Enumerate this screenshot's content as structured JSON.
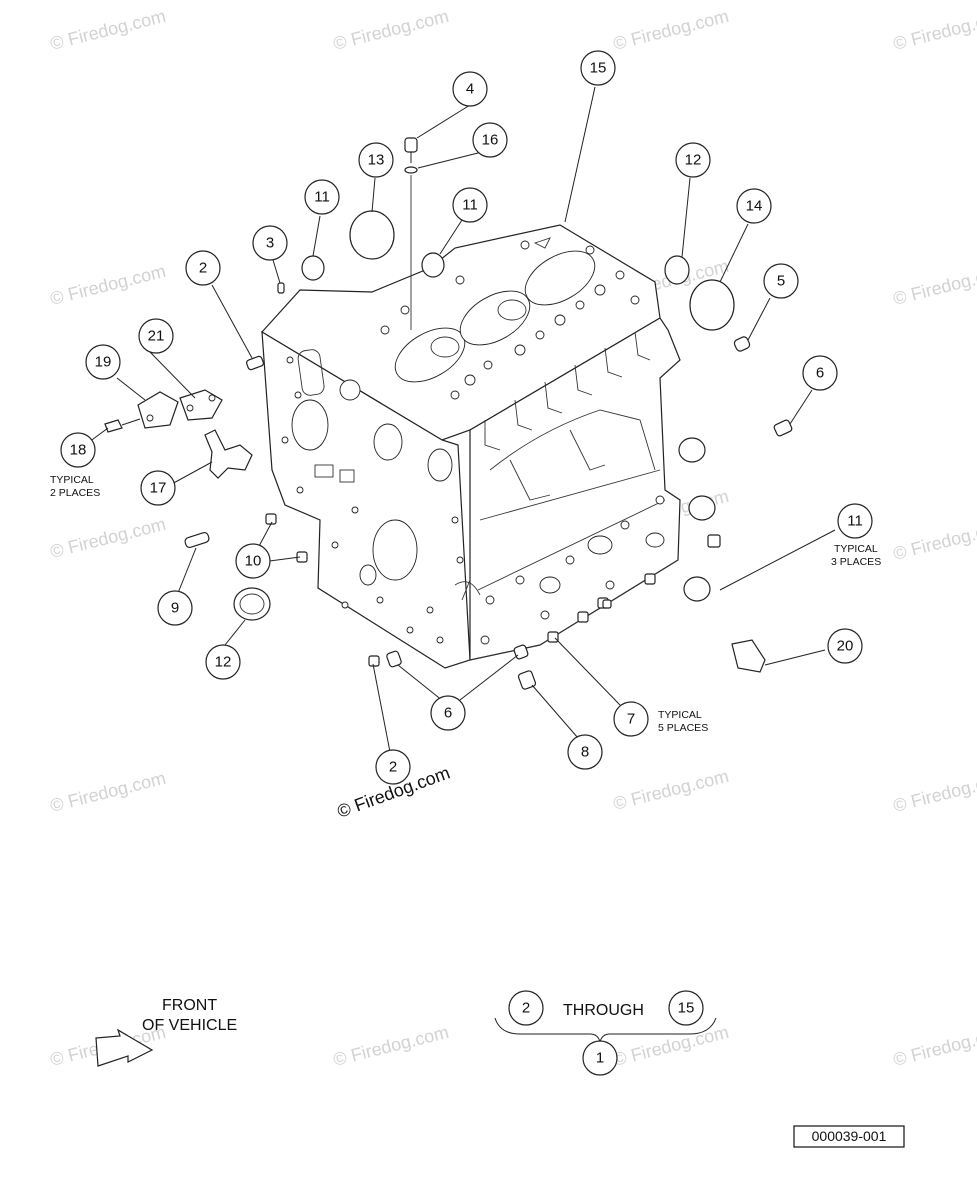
{
  "watermark_text": "© Firedog.com",
  "copyright_text": "© Firedog.com",
  "drawing_number": "000039-001",
  "callouts": [
    {
      "id": "c4",
      "label": "4"
    },
    {
      "id": "c15",
      "label": "15"
    },
    {
      "id": "c16",
      "label": "16"
    },
    {
      "id": "c13",
      "label": "13"
    },
    {
      "id": "c12a",
      "label": "12"
    },
    {
      "id": "c11a",
      "label": "11"
    },
    {
      "id": "c11b",
      "label": "11"
    },
    {
      "id": "c14",
      "label": "14"
    },
    {
      "id": "c3",
      "label": "3"
    },
    {
      "id": "c2a",
      "label": "2"
    },
    {
      "id": "c5",
      "label": "5"
    },
    {
      "id": "c21",
      "label": "21"
    },
    {
      "id": "c19",
      "label": "19"
    },
    {
      "id": "c6a",
      "label": "6"
    },
    {
      "id": "c18",
      "label": "18"
    },
    {
      "id": "c17",
      "label": "17"
    },
    {
      "id": "c11c",
      "label": "11"
    },
    {
      "id": "c10",
      "label": "10"
    },
    {
      "id": "c9",
      "label": "9"
    },
    {
      "id": "c20",
      "label": "20"
    },
    {
      "id": "c12b",
      "label": "12"
    },
    {
      "id": "c6b",
      "label": "6"
    },
    {
      "id": "c7",
      "label": "7"
    },
    {
      "id": "c8",
      "label": "8"
    },
    {
      "id": "c2b",
      "label": "2"
    },
    {
      "id": "c2c",
      "label": "2"
    },
    {
      "id": "c15b",
      "label": "15"
    },
    {
      "id": "c1",
      "label": "1"
    }
  ],
  "notes": {
    "typical_2_line1": "TYPICAL",
    "typical_2_line2": "2 PLACES",
    "typical_3_line1": "TYPICAL",
    "typical_3_line2": "3 PLACES",
    "typical_5_line1": "TYPICAL",
    "typical_5_line2": "5 PLACES"
  },
  "legend": {
    "front_line1": "FRONT",
    "front_line2": "OF VEHICLE",
    "through": "THROUGH"
  }
}
